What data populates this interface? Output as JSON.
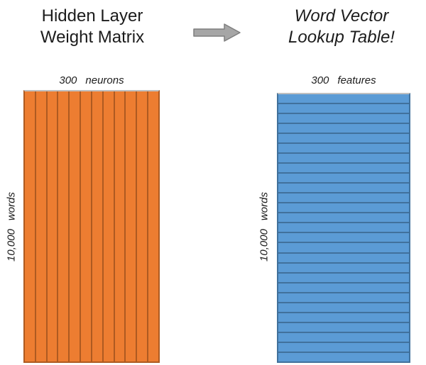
{
  "left_panel": {
    "title_line1": "Hidden Layer",
    "title_line2": "Weight Matrix",
    "top_label": {
      "number": "300",
      "unit": "neurons"
    },
    "side_label": {
      "number": "10,000",
      "unit": "words"
    },
    "matrix": {
      "columns": 12,
      "fill": "#ED7D31",
      "line": "#AE5A21",
      "top_edge": "#BFBFBF"
    }
  },
  "right_panel": {
    "title_line1": "Word Vector",
    "title_line2": "Lookup Table!",
    "top_label": {
      "number": "300",
      "unit": "features"
    },
    "side_label": {
      "number": "10,000",
      "unit": "words"
    },
    "matrix": {
      "rows": 27,
      "fill": "#5B9BD5",
      "line": "#41719C",
      "top_edge": "#BFBFBF"
    }
  },
  "arrow": {
    "fill": "#A6A6A6",
    "stroke": "#7F7F7F"
  },
  "text_color": "#1c1c1c"
}
